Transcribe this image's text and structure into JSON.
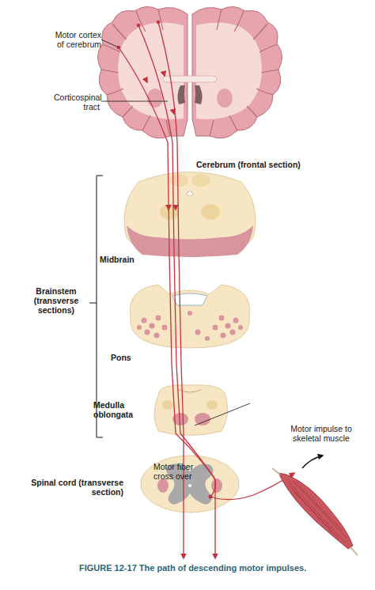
{
  "diagram": {
    "caption": "FIGURE 12-17 The path of descending motor impulses.",
    "labels": [
      "Motor cortex of cerebrum",
      "Corticospinal tract",
      "Cerebrum (frontal section)",
      "Brainstem (transverse sections)",
      "Midbrain",
      "Pons",
      "Medulla oblongata",
      "Motor fiber cross over",
      "Spinal cord (transverse section)",
      "Motor impulse to skeletal muscle"
    ]
  }
}
